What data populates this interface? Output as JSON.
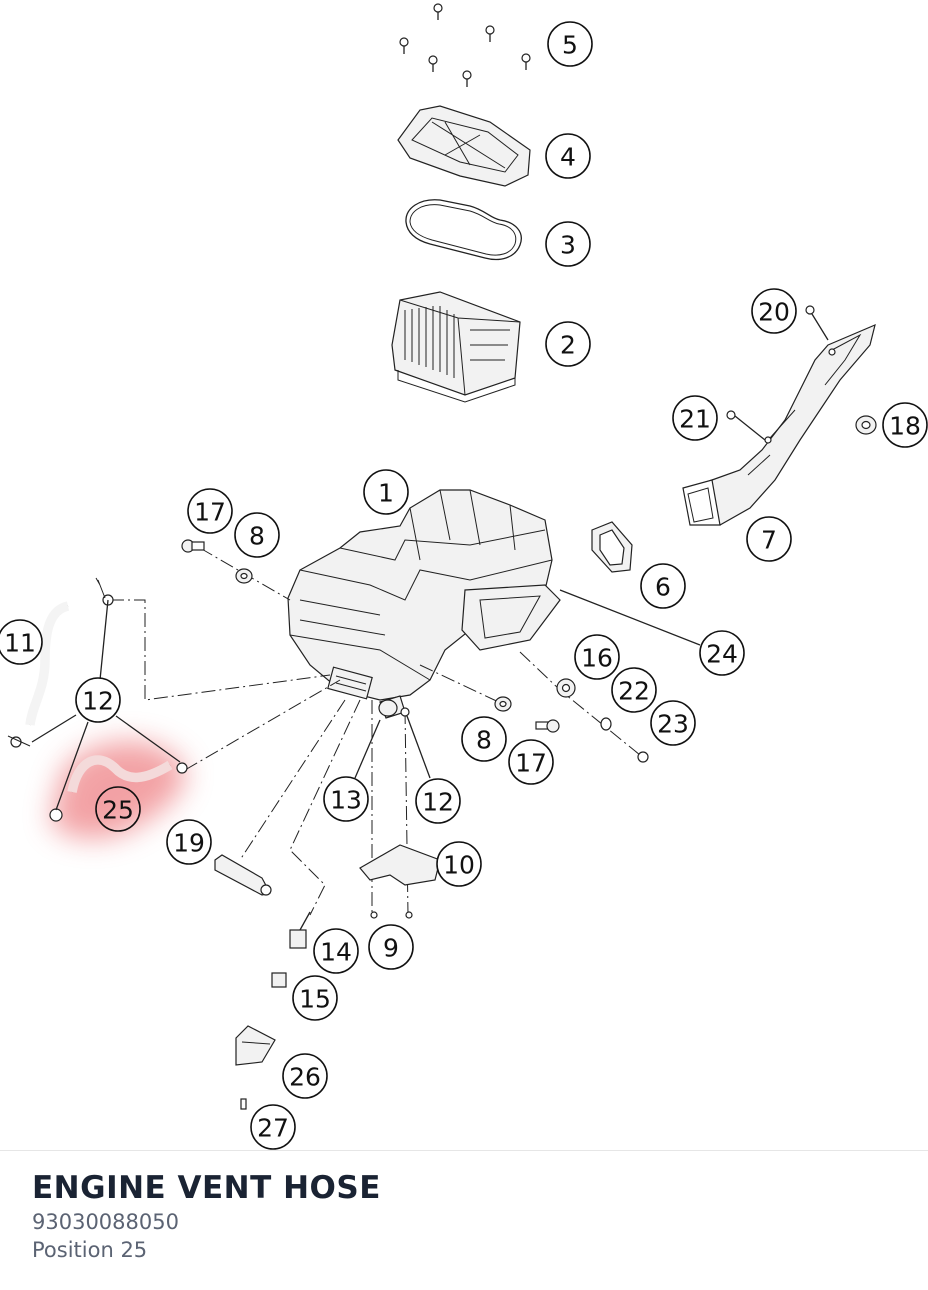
{
  "part": {
    "name": "ENGINE VENT HOSE",
    "number": "93030088050",
    "position": "Position 25"
  },
  "highlight_color": "#e8565c",
  "callouts": [
    {
      "id": "c5",
      "label": "5"
    },
    {
      "id": "c4",
      "label": "4"
    },
    {
      "id": "c3",
      "label": "3"
    },
    {
      "id": "c2",
      "label": "2"
    },
    {
      "id": "c20",
      "label": "20"
    },
    {
      "id": "c21",
      "label": "21"
    },
    {
      "id": "c18",
      "label": "18"
    },
    {
      "id": "c1",
      "label": "1"
    },
    {
      "id": "c17a",
      "label": "17"
    },
    {
      "id": "c8a",
      "label": "8"
    },
    {
      "id": "c7",
      "label": "7"
    },
    {
      "id": "c6",
      "label": "6"
    },
    {
      "id": "c11",
      "label": "11"
    },
    {
      "id": "c24",
      "label": "24"
    },
    {
      "id": "c16",
      "label": "16"
    },
    {
      "id": "c22",
      "label": "22"
    },
    {
      "id": "c12a",
      "label": "12"
    },
    {
      "id": "c23",
      "label": "23"
    },
    {
      "id": "c8b",
      "label": "8"
    },
    {
      "id": "c17b",
      "label": "17"
    },
    {
      "id": "c25",
      "label": "25"
    },
    {
      "id": "c13",
      "label": "13"
    },
    {
      "id": "c12b",
      "label": "12"
    },
    {
      "id": "c19",
      "label": "19"
    },
    {
      "id": "c10",
      "label": "10"
    },
    {
      "id": "c14",
      "label": "14"
    },
    {
      "id": "c9",
      "label": "9"
    },
    {
      "id": "c15",
      "label": "15"
    },
    {
      "id": "c26",
      "label": "26"
    },
    {
      "id": "c27",
      "label": "27"
    }
  ]
}
